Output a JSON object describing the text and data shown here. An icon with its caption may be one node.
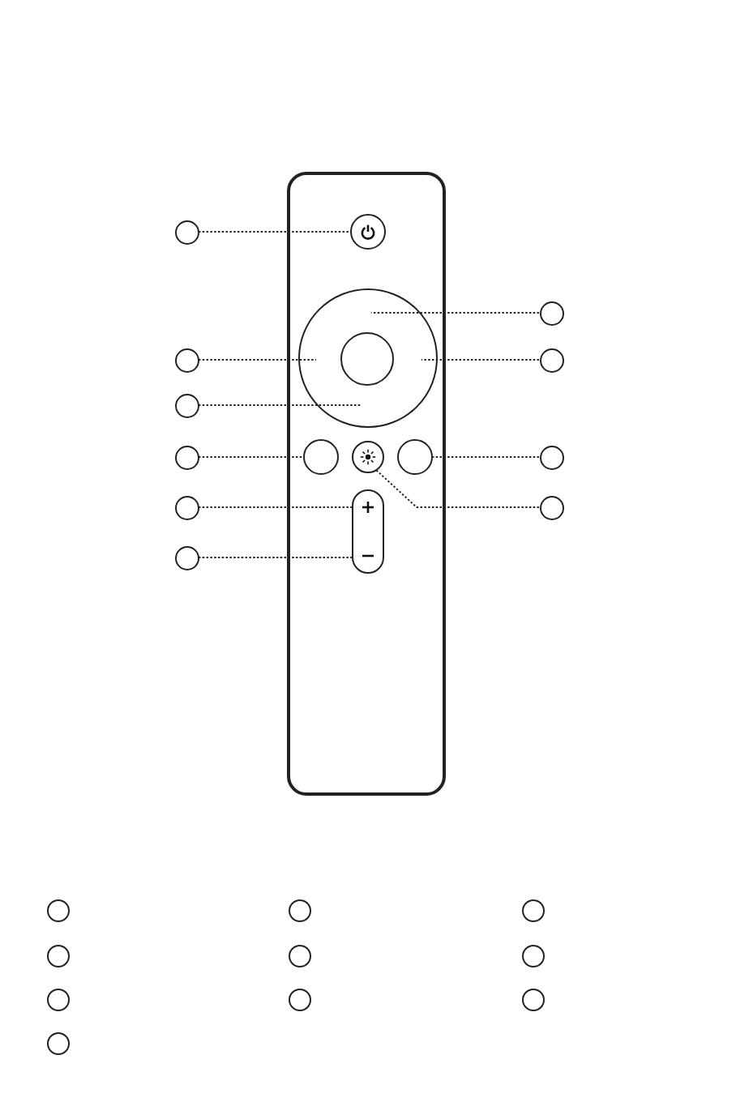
{
  "diagram": {
    "nodes": [
      {
        "text": [],
        "shape": "box"
      },
      {
        "text": [],
        "shape": "circle",
        "in": 0
      },
      {
        "text": [],
        "shape": "circle",
        "in": 0
      },
      {
        "text": [],
        "shape": "circle",
        "in": 2
      },
      {
        "text": [],
        "shape": "circle",
        "in": 0
      },
      {
        "text": [],
        "shape": "circle",
        "in": 0
      },
      {
        "text": [],
        "shape": "circle",
        "in": 0
      },
      {
        "text": [],
        "shape": "bar",
        "in": 0
      },
      {
        "text": [],
        "shape": "circle"
      },
      {
        "text": [],
        "shape": "circle"
      },
      {
        "text": [],
        "shape": "circle"
      },
      {
        "text": [],
        "shape": "circle"
      },
      {
        "text": [],
        "shape": "circle"
      },
      {
        "text": [],
        "shape": "circle"
      },
      {
        "text": [],
        "shape": "circle"
      },
      {
        "text": [],
        "shape": "circle"
      },
      {
        "text": [],
        "shape": "circle"
      },
      {
        "text": [],
        "shape": "circle"
      },
      {
        "text": [],
        "shape": "circle"
      },
      {
        "text": [],
        "shape": "circle"
      },
      {
        "text": [],
        "shape": "circle"
      },
      {
        "text": [],
        "shape": "circle"
      },
      {
        "text": [],
        "shape": "circle"
      },
      {
        "text": [],
        "shape": "circle"
      },
      {
        "text": [],
        "shape": "circle"
      },
      {
        "text": [],
        "shape": "circle"
      },
      {
        "text": [],
        "shape": "circle"
      },
      {
        "text": [],
        "shape": "circle"
      }
    ],
    "edges": [
      {
        "from": 8,
        "to": 1,
        "arrow": "none",
        "style": "dashed"
      },
      {
        "from": 9,
        "to": 2,
        "arrow": "none",
        "style": "dashed"
      },
      {
        "from": 10,
        "to": 2,
        "arrow": "none",
        "style": "dashed"
      },
      {
        "from": 11,
        "to": 2,
        "arrow": "none",
        "style": "dashed"
      },
      {
        "from": 12,
        "to": 2,
        "arrow": "none",
        "style": "dashed"
      },
      {
        "from": 13,
        "to": 4,
        "arrow": "none",
        "style": "dashed"
      },
      {
        "from": 14,
        "to": 6,
        "arrow": "none",
        "style": "dashed"
      },
      {
        "from": 15,
        "to": 7,
        "arrow": "none",
        "style": "dashed"
      },
      {
        "from": 16,
        "to": 5,
        "arrow": "none",
        "style": "dashed"
      },
      {
        "from": 17,
        "to": 7,
        "arrow": "none",
        "style": "dashed"
      }
    ]
  }
}
